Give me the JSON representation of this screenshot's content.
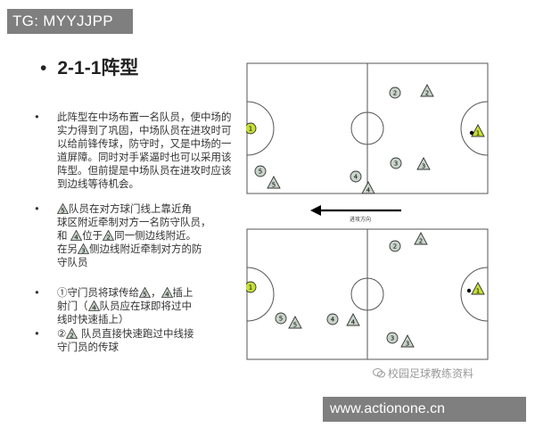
{
  "watermark_top": "TG: MYYJJPP",
  "title": "2-1-1阵型",
  "bullets": [
    {
      "parts": [
        "此阵型在中场布置一名队员，使中场的实力得到了巩固，中场队员在进攻时可以给前锋传球，防守时，又是中场的一道屏障。同时对手紧逼时也可以采用该阵型。但前提是中场队员在进攻时应该到边线等待机会。"
      ]
    },
    {
      "lines": [
        {
          "segments": [
            {
              "ref": "5"
            },
            {
              "text": "队员在对方球门线上靠近角"
            }
          ]
        },
        {
          "segments": [
            {
              "text": "球区附近牵制对方一名防守队员，"
            }
          ]
        },
        {
          "segments": [
            {
              "text": "和 "
            },
            {
              "ref": "4"
            },
            {
              "text": "位于"
            },
            {
              "ref": "2"
            },
            {
              "text": "同一侧边线附近。"
            }
          ]
        },
        {
          "segments": [
            {
              "text": "在另"
            },
            {
              "ref": "3"
            },
            {
              "text": "侧边线附近牵制对方的防"
            }
          ]
        },
        {
          "segments": [
            {
              "text": "守队员"
            }
          ]
        }
      ]
    },
    {
      "lines": [
        {
          "segments": [
            {
              "text": "①守门员将球传给"
            },
            {
              "ref": "5"
            },
            {
              "text": "，"
            },
            {
              "ref": "4"
            },
            {
              "text": "插上"
            }
          ]
        },
        {
          "segments": [
            {
              "text": "射门（"
            },
            {
              "ref": "4"
            },
            {
              "text": "队员应在球即将过中"
            }
          ]
        },
        {
          "segments": [
            {
              "text": "线时快速插上）"
            }
          ]
        }
      ]
    },
    {
      "lines": [
        {
          "segments": [
            {
              "text": "②"
            },
            {
              "ref": "2"
            },
            {
              "text": " 队员直接快速跑过中线接"
            }
          ]
        },
        {
          "segments": [
            {
              "text": "守门员的传球"
            }
          ]
        }
      ]
    }
  ],
  "direction_label": "进攻方向",
  "pitch_top": {
    "team_a": [
      {
        "num": "1",
        "role": "goalkeeper"
      },
      {
        "num": "2"
      },
      {
        "num": "3"
      },
      {
        "num": "4"
      },
      {
        "num": "5"
      }
    ],
    "team_b": [
      {
        "num": "1",
        "role": "goalkeeper"
      },
      {
        "num": "2"
      },
      {
        "num": "3"
      },
      {
        "num": "4"
      },
      {
        "num": "5"
      }
    ]
  },
  "pitch_bottom": {
    "team_a": [
      {
        "num": "1",
        "role": "goalkeeper"
      },
      {
        "num": "2"
      },
      {
        "num": "3"
      },
      {
        "num": "4"
      },
      {
        "num": "5"
      }
    ],
    "team_b": [
      {
        "num": "1",
        "role": "goalkeeper"
      },
      {
        "num": "2"
      },
      {
        "num": "3"
      },
      {
        "num": "4"
      },
      {
        "num": "5"
      }
    ]
  },
  "wechat_label": "校园足球教练资料",
  "watermark_bottom": "www.actionone.cn",
  "colors": {
    "circle_fill": "#c8d4ca",
    "triangle_fill": "#c8d4ca",
    "goalkeeper_fill": "#c7df3a",
    "line": "#555555",
    "watermark_bg": "#7f7f7f"
  }
}
